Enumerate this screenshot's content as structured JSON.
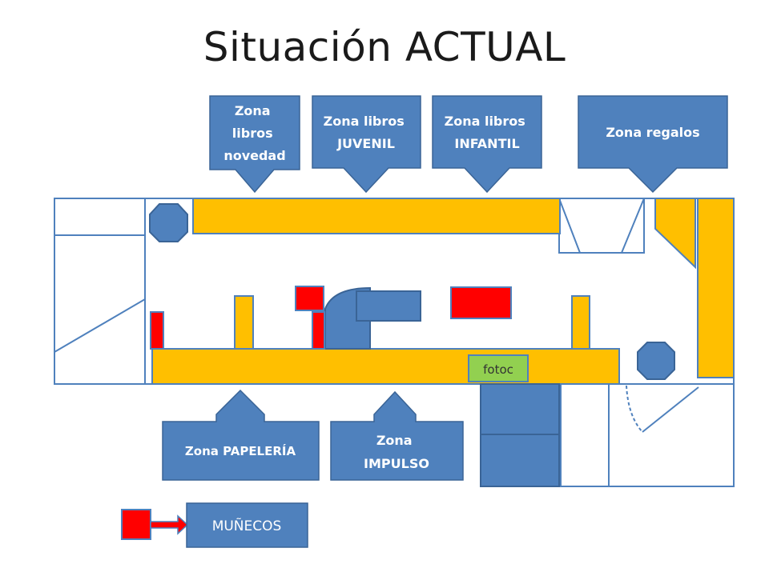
{
  "title": "Situación ACTUAL",
  "top_zones": [
    {
      "lines": [
        "Zona",
        "libros",
        "novedad"
      ]
    },
    {
      "lines": [
        "Zona libros",
        "JUVENIL"
      ]
    },
    {
      "lines": [
        "Zona libros",
        "INFANTIL"
      ]
    },
    {
      "lines": [
        "Zona regalos"
      ]
    }
  ],
  "bottom_zones": [
    {
      "lines": [
        "Zona PAPELERÍA"
      ]
    },
    {
      "lines": [
        "Zona",
        "IMPULSO"
      ]
    }
  ],
  "fotoc_label": "fotoc",
  "legend": {
    "label": "MUÑECOS"
  },
  "colors": {
    "shelf": "#ffbf00",
    "blue": "#4f81bd",
    "blue_dark": "#3a6496",
    "red": "#ff0000",
    "green": "#92d050",
    "outline": "#4f81bd"
  }
}
